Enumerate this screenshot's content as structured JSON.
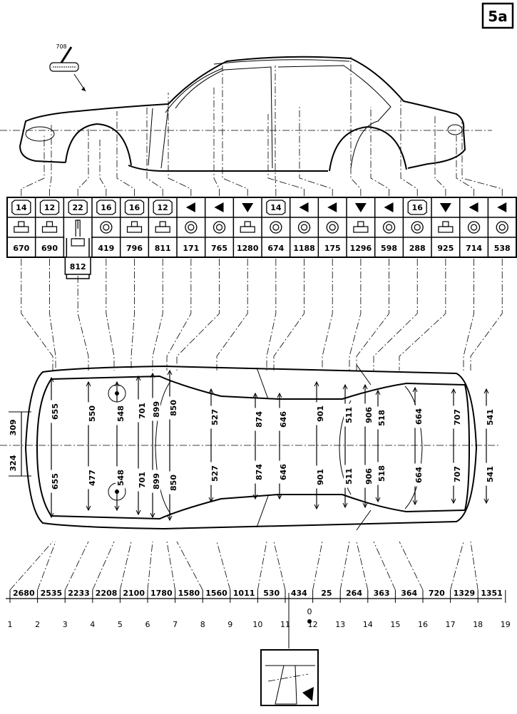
{
  "page_label": "5a",
  "callout_ref": "708",
  "points": [
    {
      "symbol": "badge",
      "badge": "14",
      "fixture": "bracket",
      "value": "670"
    },
    {
      "symbol": "badge",
      "badge": "12",
      "fixture": "bracket",
      "value": "690"
    },
    {
      "symbol": "badge",
      "badge": "22",
      "fixture": "pin",
      "value": "812"
    },
    {
      "symbol": "badge",
      "badge": "16",
      "fixture": "ring",
      "value": "419"
    },
    {
      "symbol": "badge",
      "badge": "16",
      "fixture": "bracket",
      "value": "796"
    },
    {
      "symbol": "badge",
      "badge": "12",
      "fixture": "bracket",
      "value": "811"
    },
    {
      "symbol": "left-triangle",
      "badge": "",
      "fixture": "ring",
      "value": "171"
    },
    {
      "symbol": "left-triangle",
      "badge": "",
      "fixture": "ring",
      "value": "765"
    },
    {
      "symbol": "down-triangle",
      "badge": "",
      "fixture": "bracket",
      "value": "1280"
    },
    {
      "symbol": "badge",
      "badge": "14",
      "fixture": "ring",
      "value": "674"
    },
    {
      "symbol": "left-triangle",
      "badge": "",
      "fixture": "ring",
      "value": "1188"
    },
    {
      "symbol": "left-triangle",
      "badge": "",
      "fixture": "ring",
      "value": "175"
    },
    {
      "symbol": "down-triangle",
      "badge": "",
      "fixture": "bracket",
      "value": "1296"
    },
    {
      "symbol": "left-triangle",
      "badge": "",
      "fixture": "ring",
      "value": "598"
    },
    {
      "symbol": "badge",
      "badge": "16",
      "fixture": "ring",
      "value": "288"
    },
    {
      "symbol": "down-triangle",
      "badge": "",
      "fixture": "bracket",
      "value": "925"
    },
    {
      "symbol": "left-triangle",
      "badge": "",
      "fixture": "ring",
      "value": "714"
    },
    {
      "symbol": "left-triangle",
      "badge": "",
      "fixture": "ring",
      "value": "538"
    }
  ],
  "longitudinal": [
    "2680",
    "2535",
    "2233",
    "2208",
    "2100",
    "1780",
    "1580",
    "1560",
    "1011",
    "530",
    "434",
    "25",
    "264",
    "363",
    "364",
    "720",
    "1329",
    "1351"
  ],
  "zero_label": "0",
  "indices": [
    "1",
    "2",
    "3",
    "4",
    "5",
    "6",
    "7",
    "8",
    "9",
    "10",
    "11",
    "12",
    "13",
    "14",
    "15",
    "16",
    "17",
    "18",
    "19"
  ],
  "transverse_upper": [
    "655",
    "550",
    "548",
    "701",
    "899",
    "850",
    "527",
    "874",
    "646",
    "901",
    "511",
    "906",
    "518",
    "664",
    "707",
    "541"
  ],
  "transverse_lower": [
    "655",
    "477",
    "548",
    "701",
    "899",
    "850",
    "527",
    "874",
    "646",
    "901",
    "511",
    "906",
    "518",
    "664",
    "707",
    "541"
  ],
  "front_width": [
    "309",
    "324"
  ]
}
